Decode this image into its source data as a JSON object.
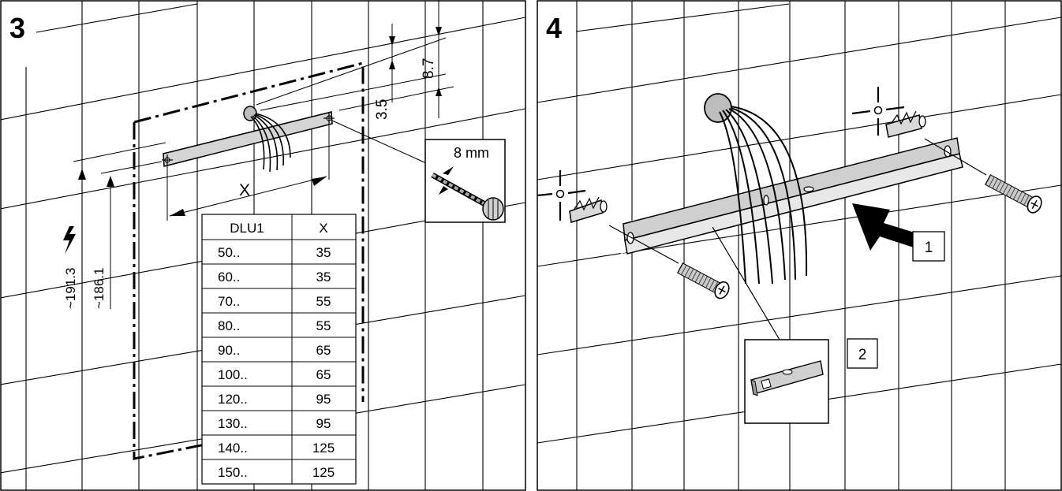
{
  "panel3": {
    "step": "3",
    "dim_8_7": "8.7",
    "dim_3_5": "3.5",
    "drill_size": "8 mm",
    "x_label": "X",
    "dim_191_3": "~191.3",
    "dim_186_1": "~186.1",
    "table": {
      "headers": [
        "DLU1",
        "X"
      ],
      "rows": [
        [
          "50..",
          "35"
        ],
        [
          "60..",
          "35"
        ],
        [
          "70..",
          "55"
        ],
        [
          "80..",
          "55"
        ],
        [
          "90..",
          "65"
        ],
        [
          "100..",
          "65"
        ],
        [
          "120..",
          "95"
        ],
        [
          "130..",
          "95"
        ],
        [
          "140..",
          "125"
        ],
        [
          "150..",
          "125"
        ]
      ]
    }
  },
  "panel4": {
    "step": "4",
    "callout_1": "1",
    "callout_2": "2"
  }
}
